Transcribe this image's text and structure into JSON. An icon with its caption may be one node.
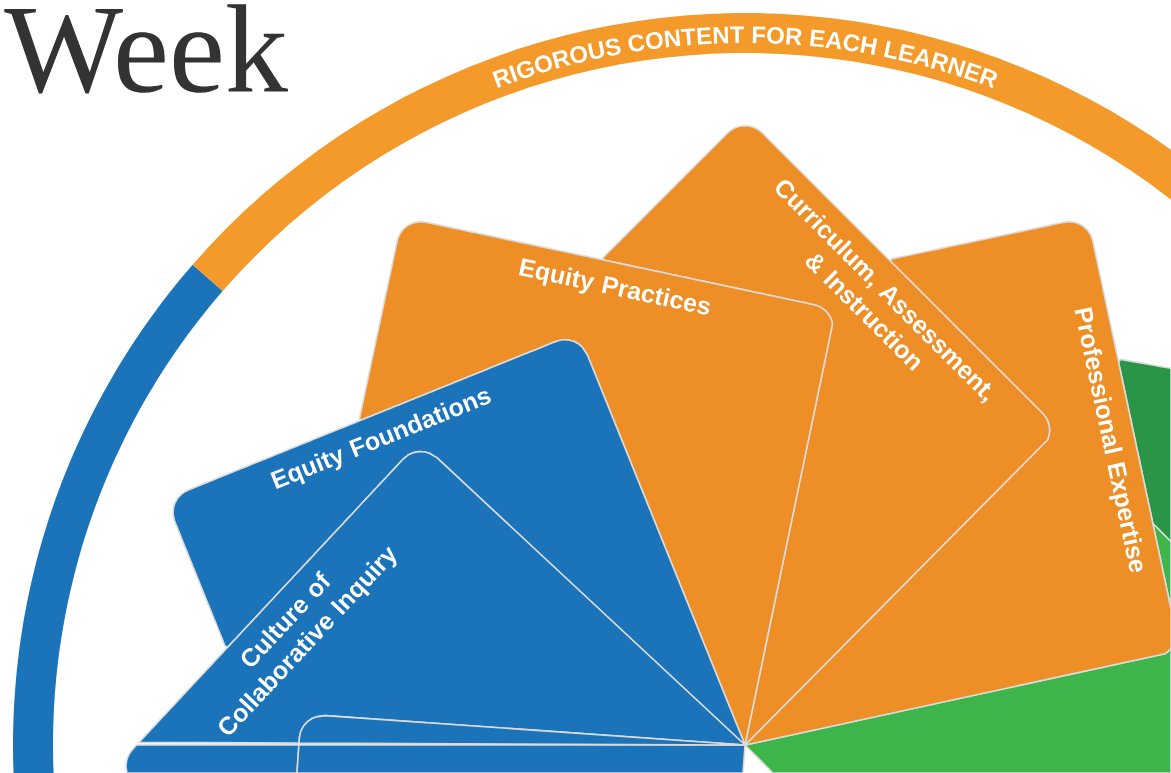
{
  "diagram": {
    "title": "Week",
    "nodes": [
      {
        "text": [
          "RIGOROUS CONTENT FOR EACH LEARNER"
        ]
      },
      {
        "text": [
          "Equity Practices"
        ],
        "in": 0
      },
      {
        "text": [
          "Curriculum, Assessment, & Instruction"
        ],
        "in": 0
      },
      {
        "text": [
          "Professional Expertise"
        ],
        "in": 0
      },
      {
        "text": [
          "Equity Foundations"
        ],
        "in": 0
      },
      {
        "text": [
          "Culture of Collaborative Inquiry"
        ],
        "in": 0
      },
      {
        "text": [],
        "shape": "box",
        "in": 0
      },
      {
        "text": [],
        "shape": "box",
        "in": 0
      },
      {
        "text": [],
        "shape": "box",
        "in": 0
      }
    ]
  }
}
